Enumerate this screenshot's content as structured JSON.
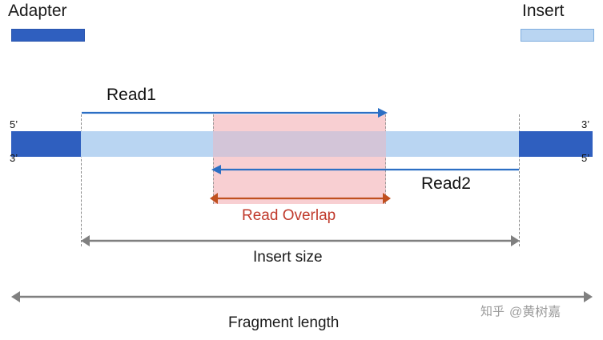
{
  "legend": {
    "adapter": {
      "label": "Adapter",
      "color": "#2f5fbf"
    },
    "insert": {
      "label": "Insert",
      "color": "#b9d5f2"
    }
  },
  "diagram": {
    "strand_labels": {
      "top_left": "5’",
      "bottom_left": "3’",
      "top_right": "3’",
      "bottom_right": "5’"
    },
    "read1_label": "Read1",
    "read2_label": "Read2",
    "overlap_label": "Read Overlap",
    "insert_size_label": "Insert size",
    "fragment_length_label": "Fragment length",
    "colors": {
      "read_arrow": "#2c6fc4",
      "overlap_arrow": "#c0501f",
      "overlap_fill": "#f4b1b7",
      "measure_arrow": "#808080"
    }
  },
  "watermark": {
    "logo_text": "知乎",
    "user": "@黄树嘉"
  }
}
